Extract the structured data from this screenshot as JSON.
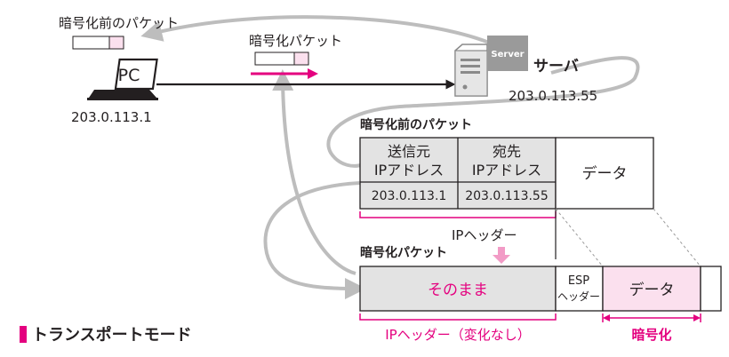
{
  "colors": {
    "magenta": "#e4007f",
    "pink_fill": "#fbe0ee",
    "gray_fill": "#e3e3e3",
    "gray_arrow": "#bdbdbd",
    "line": "#231f20"
  },
  "icons": [
    "pc-icon",
    "server-icon"
  ],
  "pc": {
    "label": "PC",
    "ip": "203.0.113.1",
    "packet_caption": "暗号化前のパケット"
  },
  "transit": {
    "caption": "暗号化パケット"
  },
  "server": {
    "badge": "Server",
    "label": "サーバ",
    "ip": "203.0.113.55"
  },
  "plain_packet": {
    "title": "暗号化前のパケット",
    "src_line1": "送信元",
    "src_line2": "IPアドレス",
    "src_value": "203.0.113.1",
    "dst_line1": "宛先",
    "dst_line2": "IPアドレス",
    "dst_value": "203.0.113.55",
    "data": "データ"
  },
  "ip_header_label": "IPヘッダー",
  "encrypted_packet": {
    "title": "暗号化パケット",
    "as_is": "そのまま",
    "esp_line1": "ESP",
    "esp_line2": "ヘッダー",
    "data": "データ"
  },
  "bottom": {
    "ip_header_unchanged": "IPヘッダー（変化なし）",
    "encrypted": "暗号化"
  },
  "mode_title": "トランスポートモード"
}
